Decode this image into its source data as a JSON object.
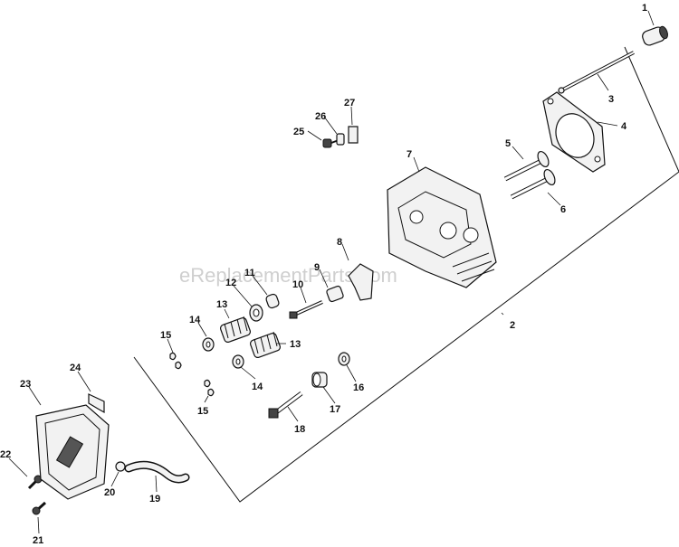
{
  "watermark": "eReplacementParts.com",
  "callouts": [
    {
      "id": "1",
      "text": "1"
    },
    {
      "id": "2",
      "text": "2"
    },
    {
      "id": "3",
      "text": "3"
    },
    {
      "id": "4",
      "text": "4"
    },
    {
      "id": "5",
      "text": "5"
    },
    {
      "id": "6",
      "text": "6"
    },
    {
      "id": "7",
      "text": "7"
    },
    {
      "id": "8",
      "text": "8"
    },
    {
      "id": "9",
      "text": "9"
    },
    {
      "id": "10",
      "text": "10"
    },
    {
      "id": "11",
      "text": "11"
    },
    {
      "id": "12",
      "text": "12"
    },
    {
      "id": "13a",
      "text": "13"
    },
    {
      "id": "13b",
      "text": "13"
    },
    {
      "id": "14a",
      "text": "14"
    },
    {
      "id": "14b",
      "text": "14"
    },
    {
      "id": "15a",
      "text": "15"
    },
    {
      "id": "15b",
      "text": "15"
    },
    {
      "id": "16",
      "text": "16"
    },
    {
      "id": "17",
      "text": "17"
    },
    {
      "id": "18",
      "text": "18"
    },
    {
      "id": "19",
      "text": "19"
    },
    {
      "id": "20",
      "text": "20"
    },
    {
      "id": "21",
      "text": "21"
    },
    {
      "id": "22",
      "text": "22"
    },
    {
      "id": "23",
      "text": "23"
    },
    {
      "id": "24",
      "text": "24"
    },
    {
      "id": "25",
      "text": "25"
    },
    {
      "id": "26",
      "text": "26"
    },
    {
      "id": "27",
      "text": "27"
    }
  ]
}
